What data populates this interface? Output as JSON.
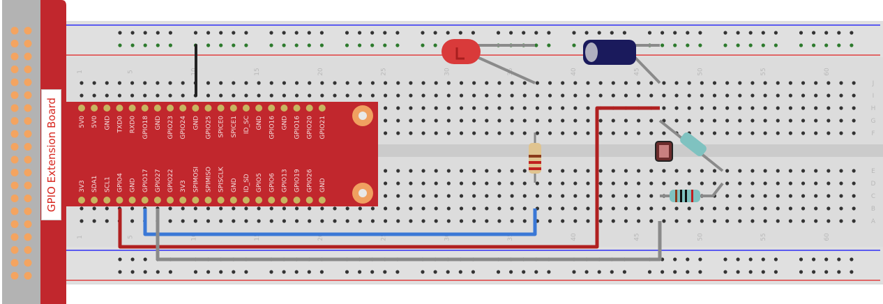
{
  "extension_board": {
    "label": "GPIO Extension Board",
    "color": "#c1272d",
    "header_color": "#b3b3b3",
    "pin_color": "#f4a460"
  },
  "cobbler": {
    "top_pins": [
      "5V0",
      "5V0",
      "GND",
      "TXD0",
      "RXD0",
      "GPIO18",
      "GND",
      "GPIO23",
      "GPIO24",
      "GND",
      "GPIO25",
      "SPICE0",
      "SPICE1",
      "ID_SC",
      "GND",
      "GPIO16",
      "GND",
      "GPIO16",
      "GPIO20",
      "GPIO21"
    ],
    "bottom_pins": [
      "3V3",
      "SDA1",
      "SCL1",
      "GPIO4",
      "GND",
      "GPIO17",
      "GPIO27",
      "GPIO22",
      "3V3",
      "SPIMOSI",
      "SPIMISO",
      "SPISCLK",
      "GND",
      "ID_SD",
      "GPIO5",
      "GPIO6",
      "GPIO13",
      "GPIO19",
      "GPIO26",
      "GND"
    ]
  },
  "breadboard": {
    "column_numbers": [
      "1",
      "5",
      "10",
      "15",
      "20",
      "25",
      "30",
      "35",
      "40",
      "45",
      "50",
      "55",
      "60"
    ],
    "row_letters_top": [
      "J",
      "I",
      "H",
      "G",
      "F"
    ],
    "row_letters_bottom": [
      "E",
      "D",
      "C",
      "B",
      "A"
    ],
    "rail_colors": {
      "negative": "#5b5bf0",
      "positive": "#e06666"
    }
  },
  "components": [
    {
      "type": "led",
      "color": "red"
    },
    {
      "type": "resistor",
      "bands": [
        "brown",
        "black",
        "red"
      ]
    },
    {
      "type": "electrolytic-capacitor",
      "color": "navy"
    },
    {
      "type": "photoresistor"
    },
    {
      "type": "resistor",
      "bands": [
        "brown",
        "black",
        "black",
        "red"
      ]
    },
    {
      "type": "resistor",
      "bands": [
        "brown",
        "black",
        "black",
        "red"
      ]
    }
  ],
  "wires": [
    {
      "name": "gnd-wire",
      "color": "#222222"
    },
    {
      "name": "gpio4-wire",
      "color": "#b02020"
    },
    {
      "name": "gpio17-wire",
      "color": "#3a78d6"
    },
    {
      "name": "gpio27-wire",
      "color": "#8a8a8a"
    }
  ]
}
